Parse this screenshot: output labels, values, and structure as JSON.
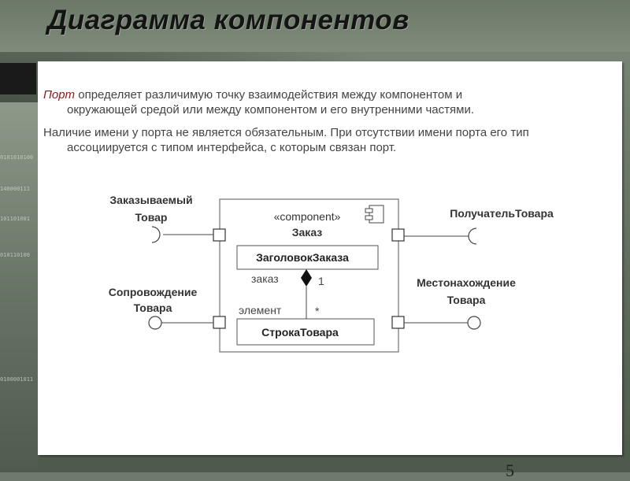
{
  "slide": {
    "title": "Диаграмма компонентов",
    "page_number": "5",
    "binary_strip": [
      "0101010100",
      "140000111",
      "101101001",
      "010110100",
      "0100001011"
    ]
  },
  "text": {
    "para1_keyword": "Порт",
    "para1_line1_rest": " определяет различимую точку взаимодействия между компонентом и",
    "para1_line2": "окружающей средой или между компонентом и его внутренними частями.",
    "para2_line1": "Наличие имени у порта не является обязательным. При отсутствии имени порта его тип",
    "para2_line2": "ассоциируется с типом интерфейса, с которым связан порт."
  },
  "diagram": {
    "component": {
      "stereotype": "«component»",
      "name": "Заказ"
    },
    "parts": {
      "header": "ЗаголовокЗаказа",
      "line": "СтрокаТовара"
    },
    "association": {
      "role_top": "заказ",
      "multiplicity_top": "1",
      "role_bottom": "элемент",
      "multiplicity_bottom": "*"
    },
    "external_labels": {
      "ordered_product_1": "Заказываемый",
      "ordered_product_2": "Товар",
      "recipient": "ПолучательТовара",
      "accompany_1": "Сопровождение",
      "accompany_2": "Товара",
      "location_1": "Местонахождение",
      "location_2": "Товара"
    }
  }
}
